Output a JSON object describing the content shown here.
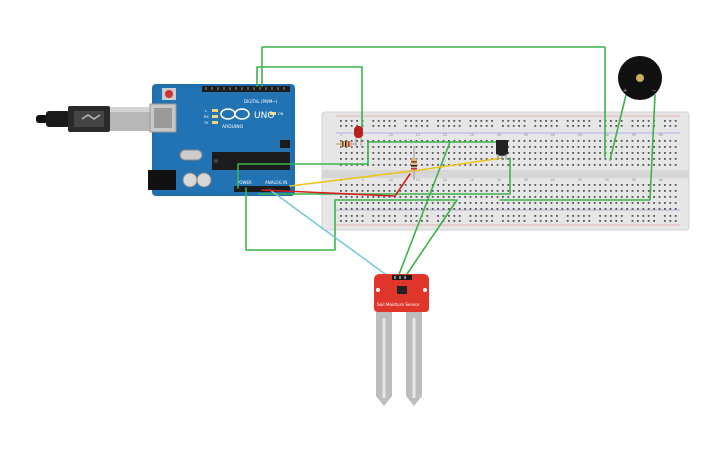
{
  "board": {
    "brand": "ARDUINO",
    "model": "UNO",
    "digital_header": "DIGITAL (PWM~)",
    "power_header": "POWER",
    "analog_header": "ANALOG IN",
    "tx_label": "TX",
    "rx_label": "RX",
    "led_label": "L",
    "on_label": "ON"
  },
  "breadboard": {
    "column_numbers": [
      "1",
      "5",
      "10",
      "15",
      "20",
      "25",
      "30",
      "35",
      "40",
      "45",
      "50",
      "55",
      "60"
    ]
  },
  "sensor": {
    "label": "Soil Moisture Sensor"
  },
  "colors": {
    "wire_green": "#3bb34a",
    "wire_red": "#d42020",
    "wire_yellow": "#e8c51a",
    "wire_cyan": "#79c9d8",
    "wire_darkred": "#8b1a1a",
    "board_blue": "#1f6fae",
    "sensor_red": "#e0352b",
    "breadboard": "#e6e6e6"
  }
}
